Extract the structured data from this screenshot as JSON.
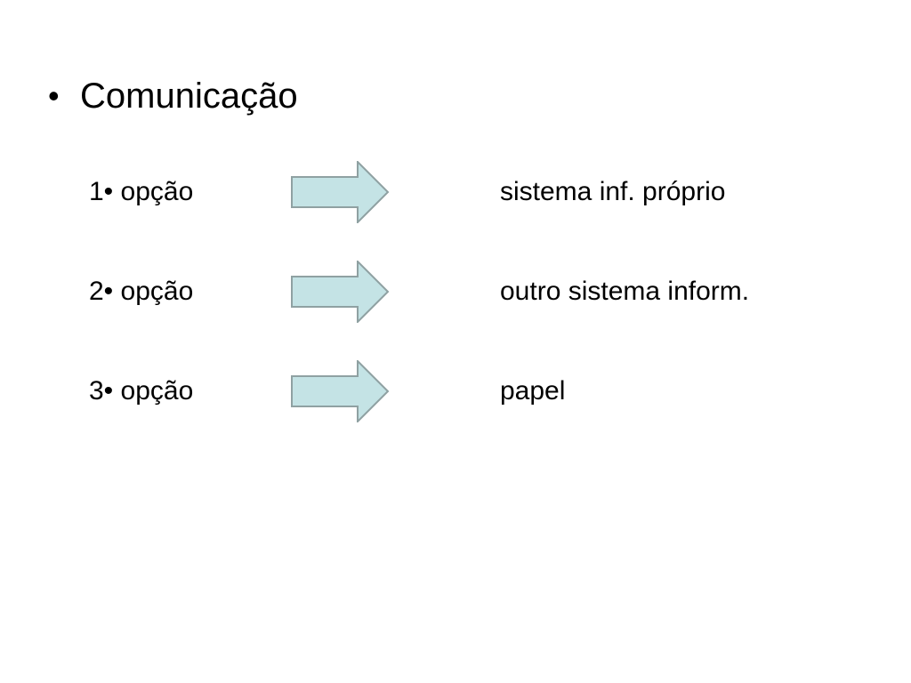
{
  "slide": {
    "bullet": "•",
    "title": "Comunicação",
    "options": [
      {
        "label": "1• opção",
        "target": "sistema inf. próprio"
      },
      {
        "label": "2• opção",
        "target": "outro sistema inform."
      },
      {
        "label": "3• opção",
        "target": "papel"
      }
    ]
  },
  "colors": {
    "arrow_fill": "#c4e3e5",
    "arrow_stroke": "#8fa1a2",
    "text": "#000000"
  },
  "icons": [
    "right-arrow-icon"
  ]
}
